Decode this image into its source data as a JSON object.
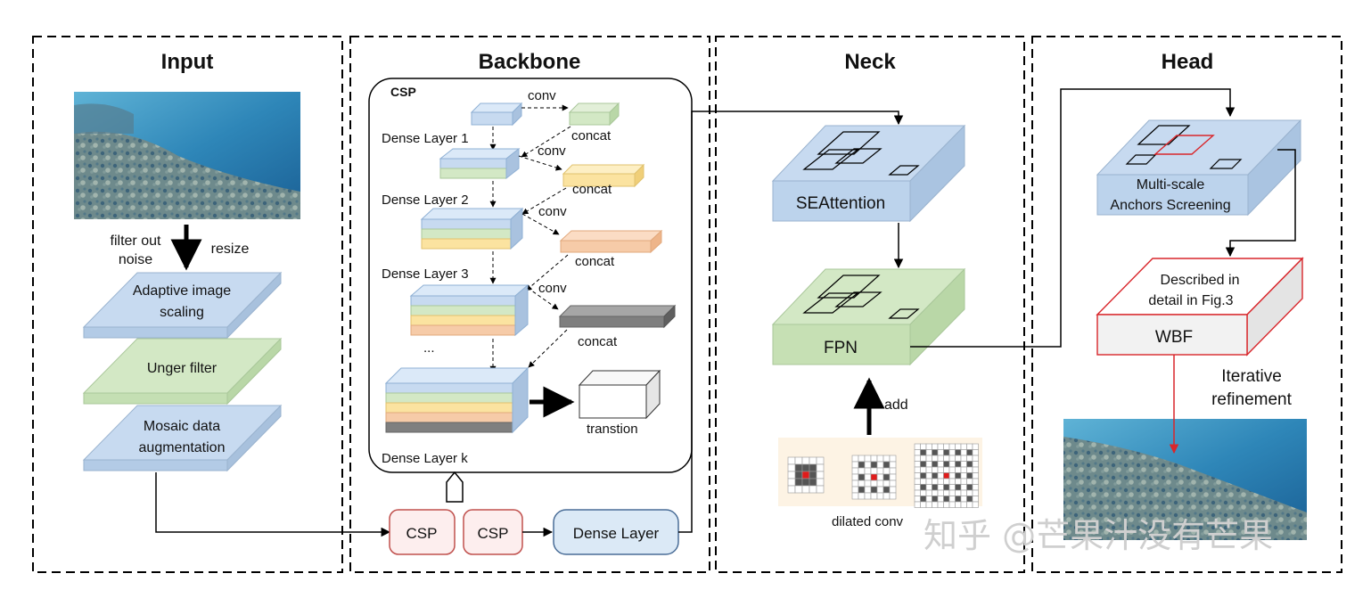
{
  "panels": {
    "input": "Input",
    "backbone": "Backbone",
    "neck": "Neck",
    "head": "Head"
  },
  "input": {
    "filter_out_noise_line1": "filter out",
    "filter_out_noise_line2": "noise",
    "resize": "resize",
    "adaptive_line1": "Adaptive image",
    "adaptive_line2": "scaling",
    "unger": "Unger filter",
    "mosaic_line1": "Mosaic data",
    "mosaic_line2": "augmentation"
  },
  "backbone": {
    "csp_box_label": "CSP",
    "conv1": "conv",
    "conv2": "conv",
    "conv3": "conv",
    "conv4": "conv",
    "concat1": "concat",
    "concat2": "concat",
    "concat3": "concat",
    "concat4": "concat",
    "dense1": "Dense Layer 1",
    "dense2": "Dense Layer 2",
    "dense3": "Dense Layer 3",
    "ellipsis": "...",
    "densek": "Dense Layer k",
    "transition": "transtion",
    "csp_a": "CSP",
    "csp_b": "CSP",
    "dense_layer_box": "Dense Layer"
  },
  "neck": {
    "seattention": "SEAttention",
    "fpn": "FPN",
    "add": "add",
    "dilated": "dilated conv"
  },
  "head": {
    "msas_line1": "Multi-scale",
    "msas_line2": "Anchors Screening",
    "described_line1": "Described in",
    "described_line2": "detail in Fig.3",
    "wbf": "WBF",
    "iter_line1": "Iterative",
    "iter_line2": "refinement"
  },
  "watermark": "知乎 @芒果汁没有芒果",
  "colors": {
    "blue": "#c7daf0",
    "green": "#d3e8c5",
    "yellow": "#fbe3a0",
    "orange": "#f6cba8",
    "gray": "#7f7f7f",
    "pink": "#fdeeee",
    "lightblue": "#dbe9f6",
    "red": "#d9262b",
    "water": "#2f7fb4"
  }
}
